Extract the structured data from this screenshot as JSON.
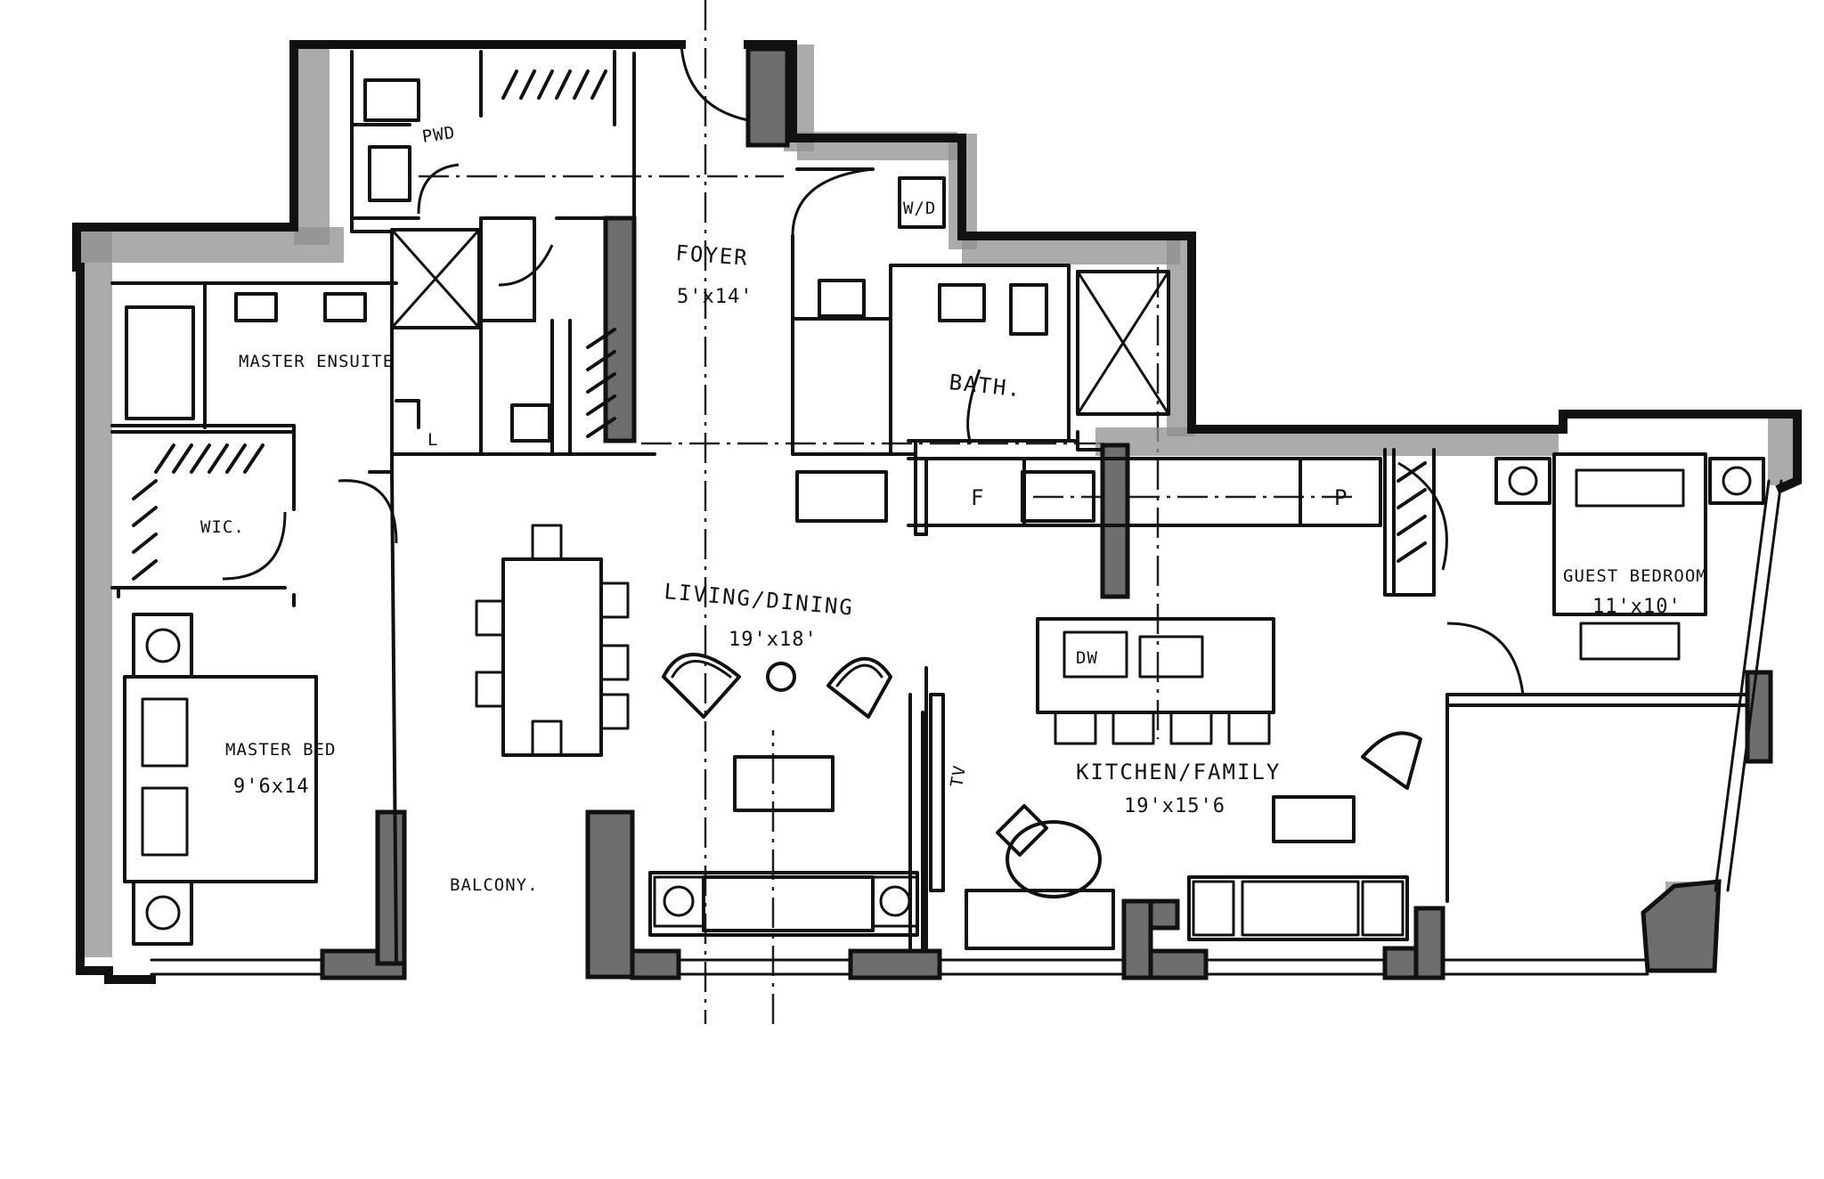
{
  "plan": {
    "rooms": [
      {
        "id": "pwd",
        "label": "PWD"
      },
      {
        "id": "foyer",
        "label": "FOYER",
        "dims": "5'x14'"
      },
      {
        "id": "master-ensuite",
        "label": "MASTER ENSUITE"
      },
      {
        "id": "bath",
        "label": "BATH."
      },
      {
        "id": "wic",
        "label": "WIC."
      },
      {
        "id": "living-dining",
        "label": "LIVING/DINING",
        "dims": "19'x18'"
      },
      {
        "id": "master-bed",
        "label": "MASTER BED",
        "dims": "9'6x14'"
      },
      {
        "id": "balcony",
        "label": "BALCONY."
      },
      {
        "id": "kitchen-family",
        "label": "KITCHEN/FAMILY",
        "dims": "19'x15'6"
      },
      {
        "id": "guest-bedroom",
        "label": "GUEST BEDROOM",
        "dims": "11'x10'"
      }
    ],
    "fixture_tags": {
      "washer_dryer": "W/D",
      "linen": "L",
      "fridge": "F",
      "pantry": "P",
      "dishwasher": "DW",
      "tv": "TV"
    }
  }
}
